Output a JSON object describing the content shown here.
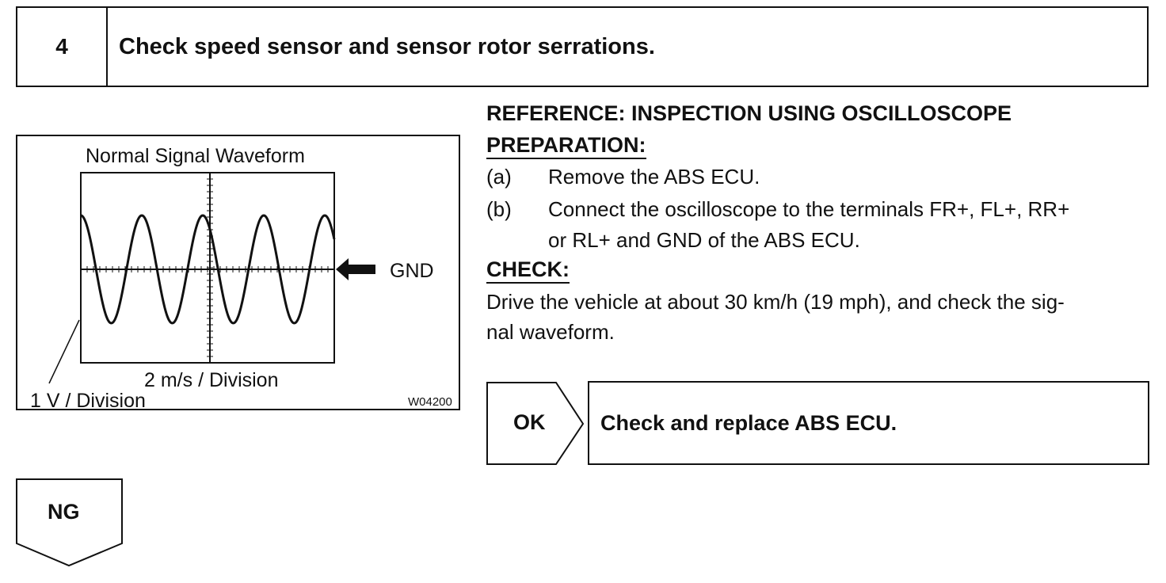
{
  "step": {
    "number": "4",
    "title": "Check speed sensor and sensor rotor serrations."
  },
  "figure": {
    "title": "Normal Signal Waveform",
    "gnd_label": "GND",
    "time_division": "2 m/s / Division",
    "voltage_division": "1 V / Division",
    "code": "W04200"
  },
  "reference": {
    "heading": "REFERENCE: INSPECTION USING OSCILLOSCOPE",
    "preparation_label": "PREPARATION:",
    "steps": [
      {
        "marker": "(a)",
        "lines": [
          "Remove the ABS ECU."
        ]
      },
      {
        "marker": "(b)",
        "lines": [
          "Connect the oscilloscope to the terminals FR+, FL+, RR+",
          "or RL+ and GND of the ABS ECU."
        ]
      }
    ],
    "check_label": "CHECK:",
    "check_lines": [
      "Drive the vehicle at about 30 km/h (19 mph), and check the sig-",
      "nal waveform."
    ]
  },
  "ok": {
    "label": "OK",
    "result": "Check and replace ABS ECU."
  },
  "ng": {
    "label": "NG"
  }
}
